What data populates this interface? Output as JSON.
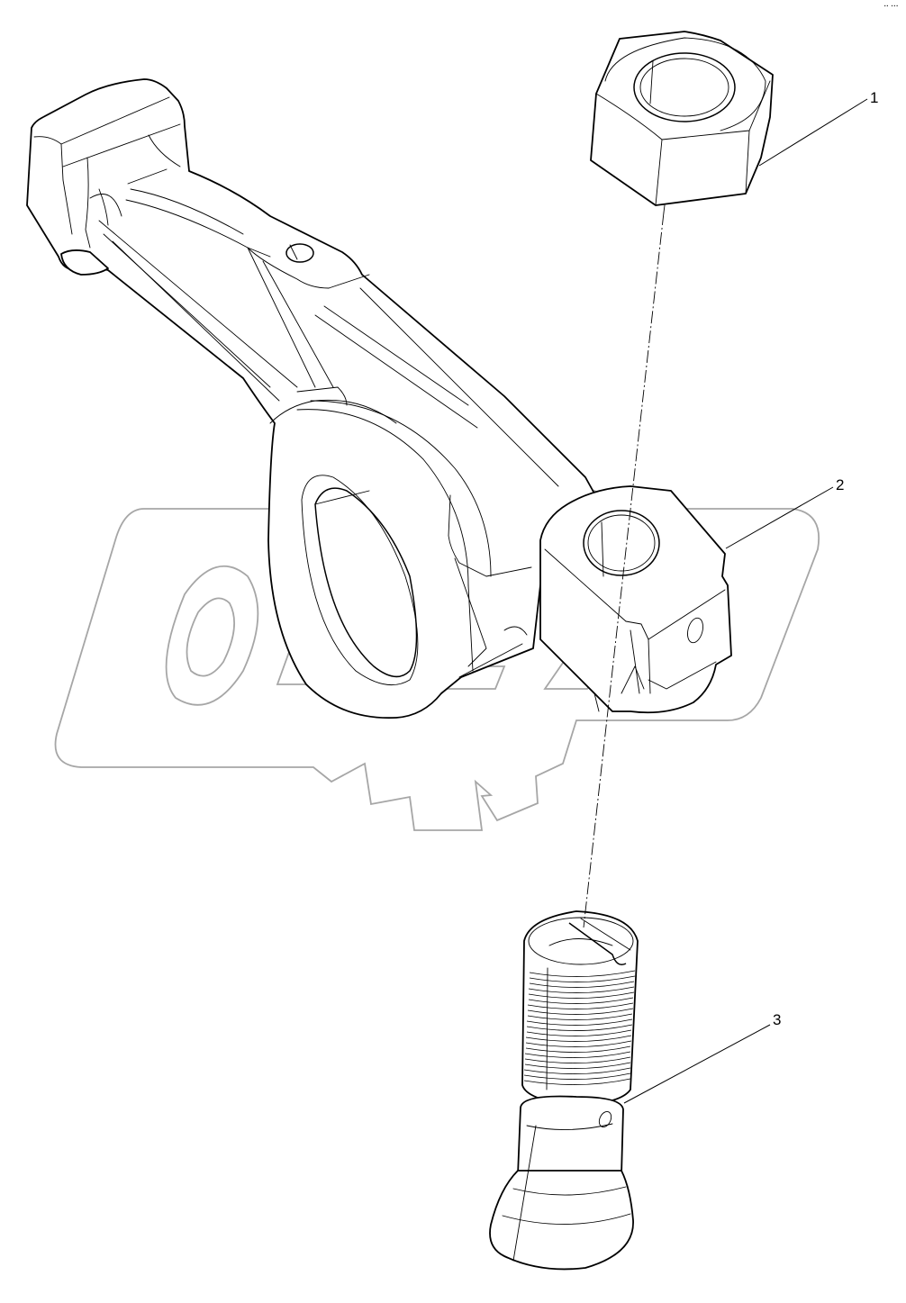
{
  "drawing": {
    "type": "exploded parts diagram",
    "subject": "rocker arm with adjusting screw and nut",
    "corner_mark": "▪▪ ▪▪▪",
    "watermark": {
      "text": "OPEX",
      "color": "#a6a6a6"
    },
    "line_color": "#000000",
    "background": "#ffffff"
  },
  "callouts": [
    {
      "number": "1",
      "part": "hex-nut"
    },
    {
      "number": "2",
      "part": "rocker-arm"
    },
    {
      "number": "3",
      "part": "adjusting-screw"
    }
  ]
}
